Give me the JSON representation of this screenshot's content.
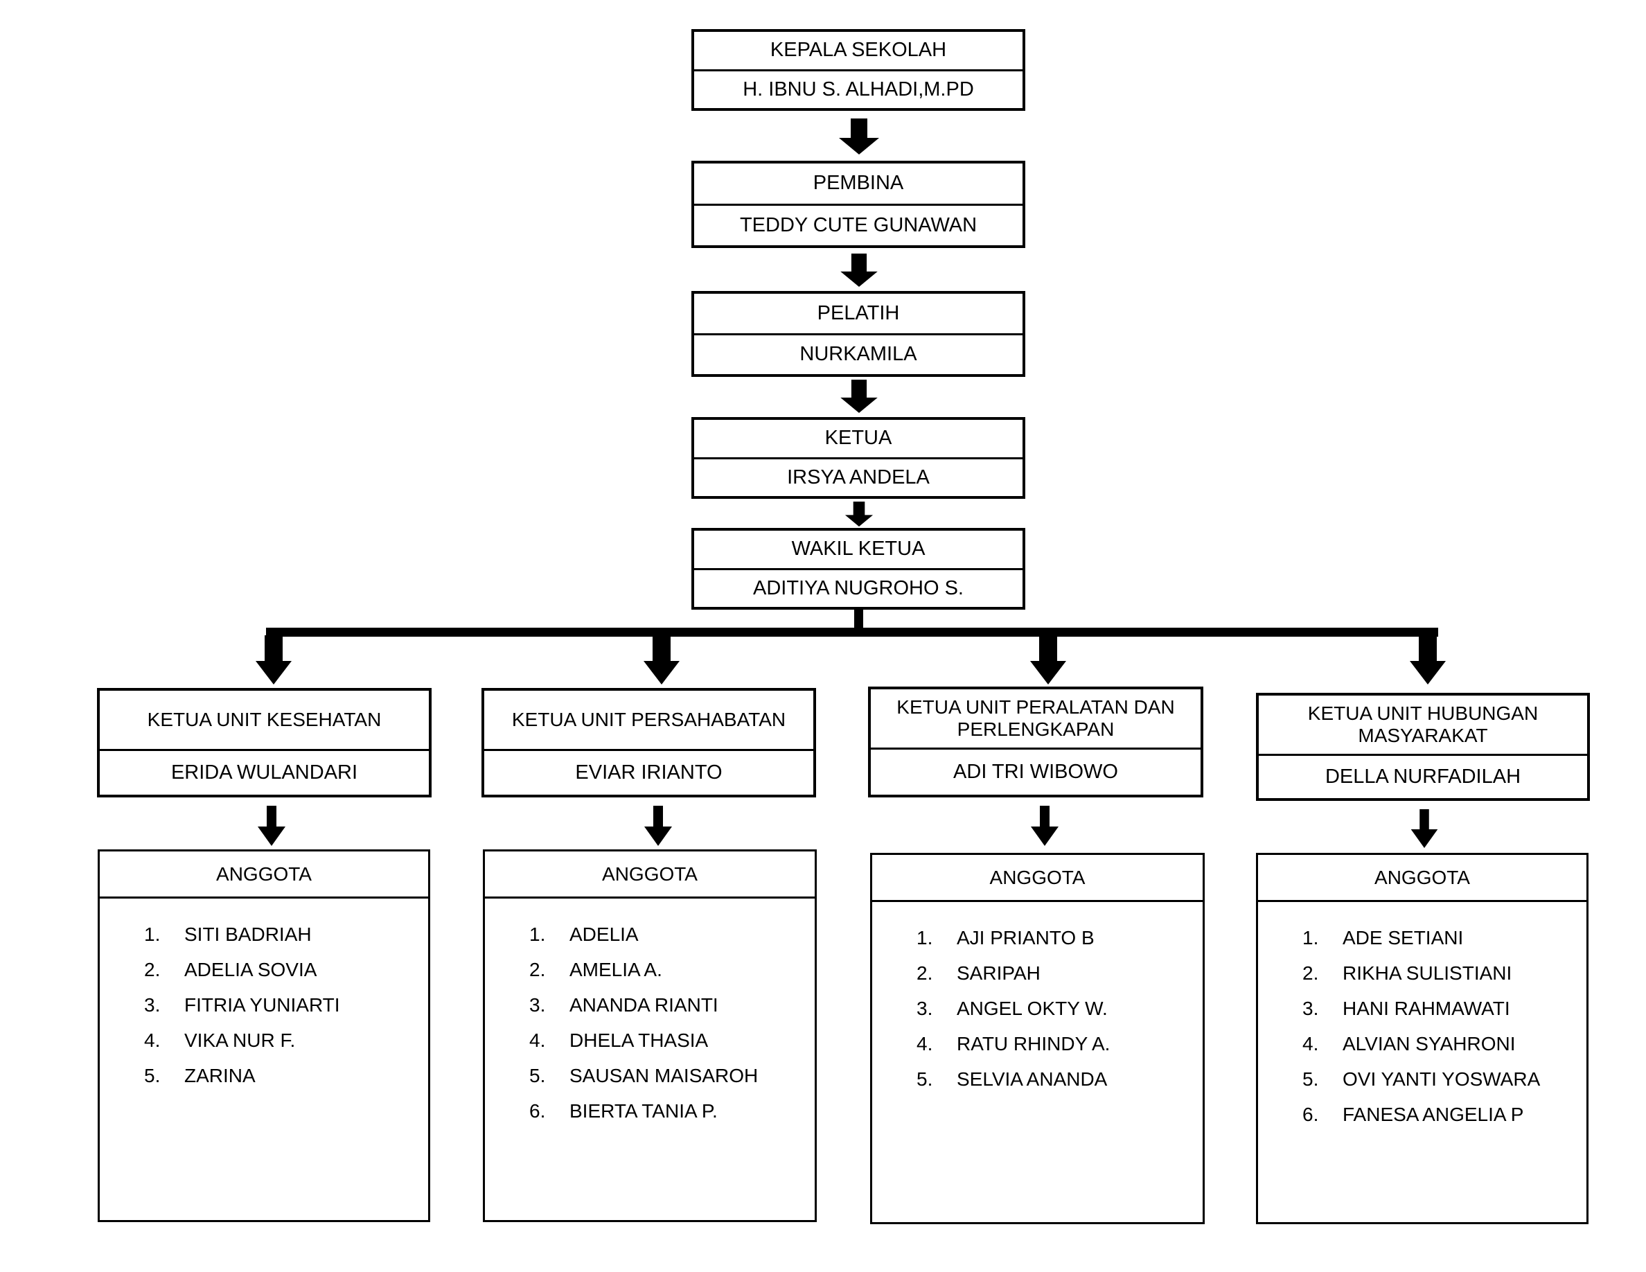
{
  "colors": {
    "ink": "#000000",
    "paper": "#ffffff"
  },
  "chain": [
    {
      "title": "KEPALA SEKOLAH",
      "name": "H. IBNU S. ALHADI,M.PD"
    },
    {
      "title": "PEMBINA",
      "name": "TEDDY CUTE GUNAWAN"
    },
    {
      "title": "PELATIH",
      "name": "NURKAMILA"
    },
    {
      "title": "KETUA",
      "name": "IRSYA ANDELA"
    },
    {
      "title": "WAKIL KETUA",
      "name": "ADITIYA NUGROHO S."
    }
  ],
  "units": [
    {
      "title": "KETUA UNIT KESEHATAN",
      "name": "ERIDA WULANDARI",
      "members_title": "ANGGOTA",
      "members": [
        "SITI BADRIAH",
        "ADELIA SOVIA",
        "FITRIA YUNIARTI",
        "VIKA NUR F.",
        "ZARINA"
      ]
    },
    {
      "title": "KETUA UNIT PERSAHABATAN",
      "name": "EVIAR IRIANTO",
      "members_title": "ANGGOTA",
      "members": [
        "ADELIA",
        "AMELIA A.",
        "ANANDA RIANTI",
        "DHELA THASIA",
        "SAUSAN MAISAROH",
        "BIERTA TANIA P."
      ]
    },
    {
      "title": "KETUA UNIT PERALATAN DAN PERLENGKAPAN",
      "name": "ADI TRI WIBOWO",
      "members_title": "ANGGOTA",
      "members": [
        "AJI PRIANTO B",
        "SARIPAH",
        "ANGEL OKTY W.",
        "RATU RHINDY A.",
        "SELVIA ANANDA"
      ]
    },
    {
      "title": "KETUA UNIT HUBUNGAN MASYARAKAT",
      "name": "DELLA NURFADILAH",
      "members_title": "ANGGOTA",
      "members": [
        "ADE SETIANI",
        "RIKHA SULISTIANI",
        "HANI RAHMAWATI",
        "ALVIAN SYAHRONI",
        "OVI YANTI YOSWARA",
        "FANESA ANGELIA P"
      ]
    }
  ]
}
